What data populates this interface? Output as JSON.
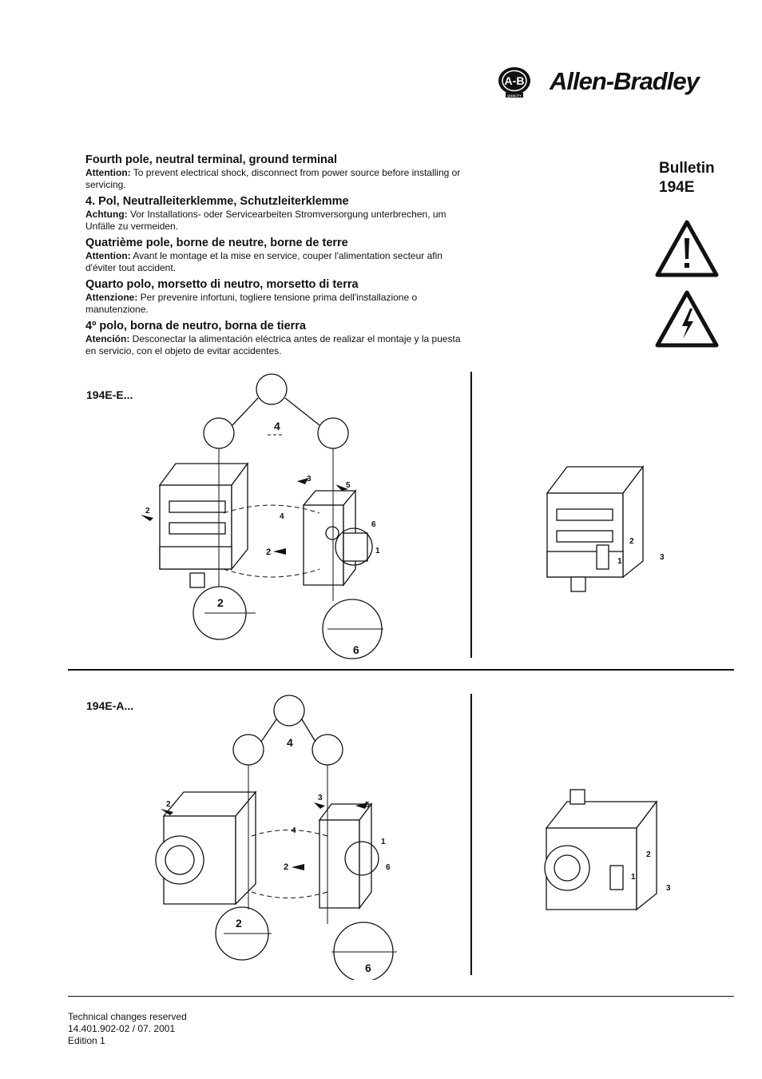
{
  "brand": {
    "name": "Allen-Bradley",
    "badge_letters": "A-B",
    "badge_sub": "QUALITY"
  },
  "bulletin": {
    "line1": "Bulletin",
    "line2": "194E"
  },
  "sections": [
    {
      "heading": "Fourth pole, neutral terminal, ground terminal",
      "label": "Attention:",
      "text": " To prevent electrical shock, disconnect from power source before installing or servicing."
    },
    {
      "heading": "4. Pol, Neutralleiterklemme, Schutzleiterklemme",
      "label": "Achtung:",
      "text": " Vor Installations- oder Servicearbeiten Stromversorgung unterbrechen, um Unfälle zu vermeiden."
    },
    {
      "heading": "Quatrième pole, borne de neutre, borne de terre",
      "label": "Attention:",
      "text": " Avant le montage et la mise en service, couper l'alimentation secteur afin d'éviter tout accident."
    },
    {
      "heading": "Quarto polo, morsetto di neutro, morsetto di terra",
      "label": "Attenzione:",
      "text": " Per prevenire infortuni, togliere tensione prima dell'installazione o manutenzione."
    },
    {
      "heading": "4º polo, borna de neutro, borna de tierra",
      "label": "Atención:",
      "text": " Desconectar la alimentación eléctrica antes de realizar el montaje y la puesta en servicio, con el objeto de evitar accidentes."
    }
  ],
  "diagrams": {
    "top": {
      "model": "194E-E...",
      "steps": [
        "1",
        "2",
        "3",
        "4",
        "5",
        "6"
      ]
    },
    "bottom": {
      "model": "194E-A...",
      "steps": [
        "1",
        "2",
        "3",
        "4",
        "5",
        "6"
      ]
    }
  },
  "footer": {
    "line1": "Technical changes reserved",
    "line2": "14.401.902-02 / 07. 2001",
    "line3": "Edition 1"
  }
}
